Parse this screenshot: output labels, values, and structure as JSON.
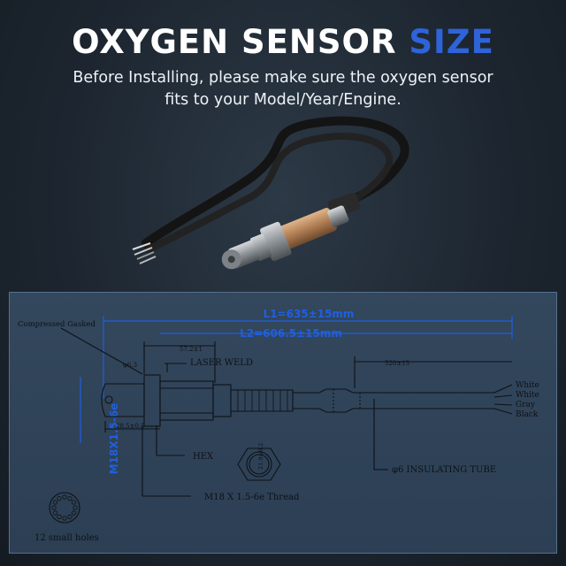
{
  "header": {
    "title_main": "OXYGEN SENSOR",
    "title_accent": "SIZE",
    "subtitle_line1": "Before Installing, please make sure the oxygen sensor",
    "subtitle_line2": "fits to your Model/Year/Engine."
  },
  "colors": {
    "accent": "#2e63d9",
    "dimension_blue": "#1f5fe0",
    "panel_bg": "#304459"
  },
  "diagram": {
    "l1": "L1=635±15mm",
    "l2": "L2=606.5±15mm",
    "compressed_gasket": "Compressed Gasked",
    "laser_weld": "LASER WELD",
    "dim_57": "57.2±1",
    "dim_520": "520±15",
    "dim_phi63": "φ6.3",
    "dim_28": "28.5±0.5",
    "thread_vertical": "M18X1.5-6e",
    "hex": "HEX",
    "thread": "M18 X 1.5-6e Thread",
    "hex_size": "21.9±0.2",
    "insulating_tube": "φ6 INSULATING TUBE",
    "small_holes": "12 small holes",
    "wires": [
      "White",
      "White",
      "Gray",
      "Black"
    ]
  }
}
